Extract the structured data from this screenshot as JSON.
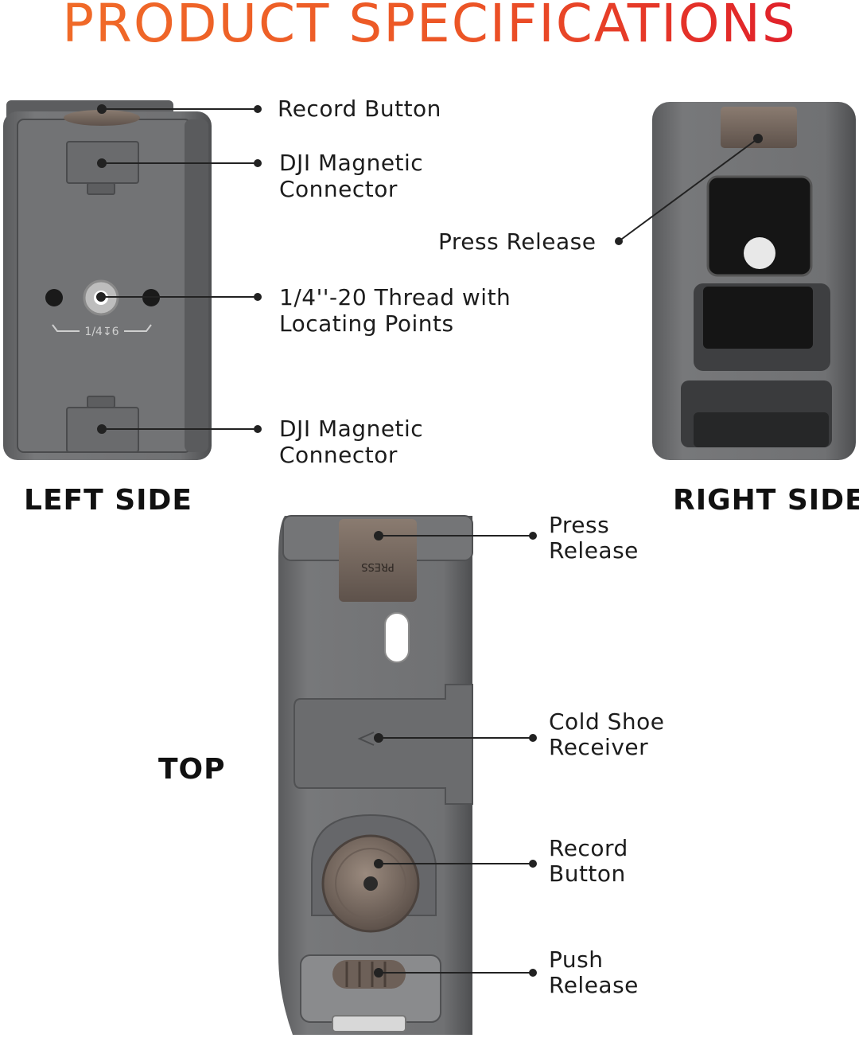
{
  "title": {
    "text": "PRODUCT SPECIFICATIONS",
    "color_start": "#f06a28",
    "color_end": "#e0202a"
  },
  "sections": {
    "left": "LEFT SIDE",
    "right": "RIGHT SIDE",
    "top": "TOP"
  },
  "callouts": {
    "left": {
      "record_button": "Record Button",
      "magnetic_top_line1": "DJI Magnetic",
      "magnetic_top_line2": "Connector",
      "thread_line1": "1/4''-20 Thread with",
      "thread_line2": "Locating Points",
      "magnetic_bottom_line1": "DJI Magnetic",
      "magnetic_bottom_line2": "Connector",
      "engraving": "1/4↧6"
    },
    "right": {
      "press_release": "Press Release"
    },
    "top": {
      "press_release_line1": "Press",
      "press_release_line2": "Release",
      "cold_shoe_line1": "Cold Shoe",
      "cold_shoe_line2": "Receiver",
      "record_line1": "Record",
      "record_line2": "Button",
      "push_line1": "Push",
      "push_line2": "Release",
      "button_engraving": "PRESS"
    }
  },
  "colors": {
    "body": "#6e6f71",
    "body_dark": "#4d4e50",
    "accent_bronze": "#7a6a60",
    "leader": "#222222"
  }
}
